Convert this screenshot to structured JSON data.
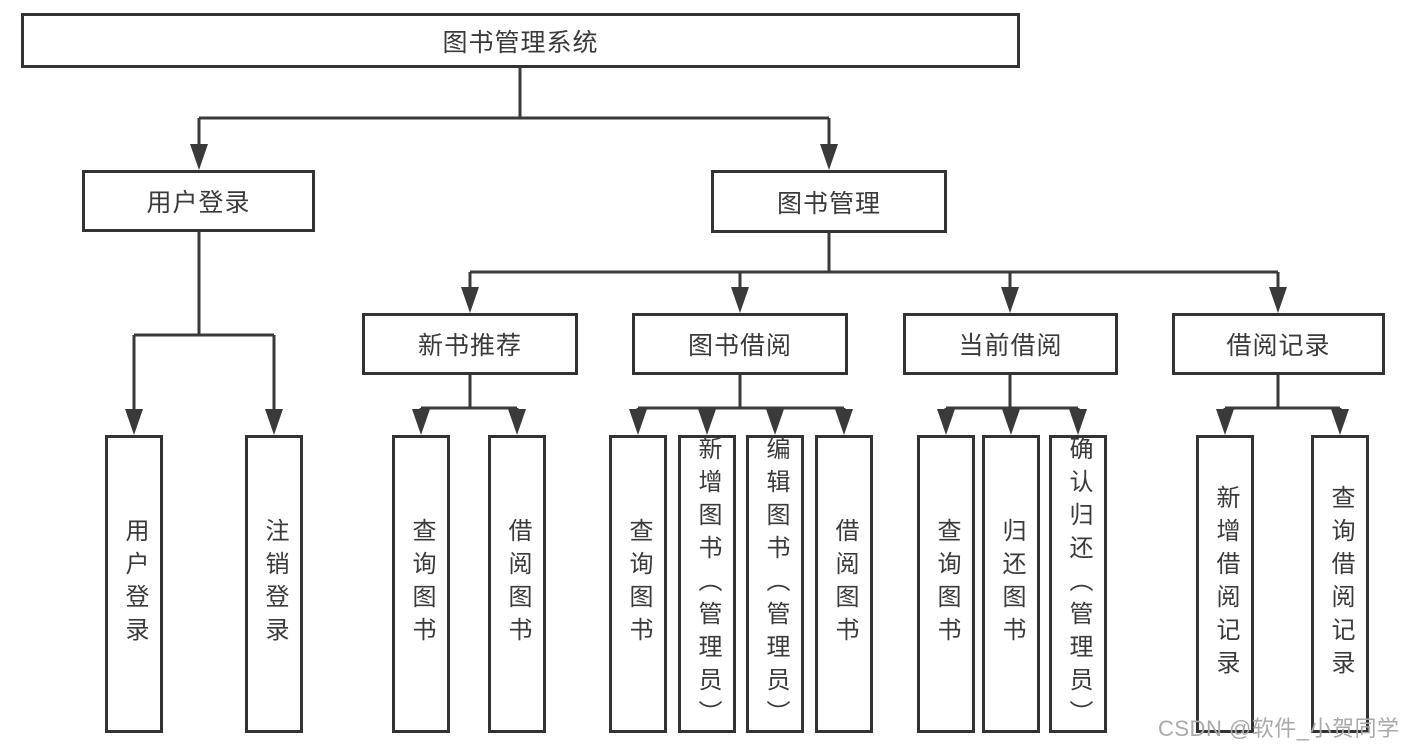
{
  "diagram": {
    "title": "图书管理系统",
    "type": "function-tree",
    "line_color": "#3a3a3a",
    "box_background": "#ffffff",
    "nodes": {
      "root": {
        "label": "图书管理系统",
        "children": [
          "user_login",
          "book_mgmt"
        ]
      },
      "user_login": {
        "label": "用户登录",
        "children": [
          "user_login_leaf",
          "logout_leaf"
        ]
      },
      "book_mgmt": {
        "label": "图书管理",
        "children": [
          "new_book_rec",
          "book_borrow",
          "current_borrow",
          "borrow_record"
        ]
      },
      "new_book_rec": {
        "label": "新书推荐",
        "children": [
          "query_book_1",
          "borrow_book_1"
        ]
      },
      "book_borrow": {
        "label": "图书借阅",
        "children": [
          "query_book_2",
          "add_book",
          "edit_book",
          "borrow_book_2"
        ]
      },
      "current_borrow": {
        "label": "当前借阅",
        "children": [
          "query_book_3",
          "return_book",
          "confirm_return"
        ]
      },
      "borrow_record": {
        "label": "借阅记录",
        "children": [
          "add_record",
          "query_record"
        ]
      },
      "user_login_leaf": {
        "label": "用户登录"
      },
      "logout_leaf": {
        "label": "注销登录"
      },
      "query_book_1": {
        "label": "查询图书"
      },
      "borrow_book_1": {
        "label": "借阅图书"
      },
      "query_book_2": {
        "label": "查询图书"
      },
      "add_book": {
        "label": "新增图书（管理员）"
      },
      "edit_book": {
        "label": "编辑图书（管理员）"
      },
      "borrow_book_2": {
        "label": "借阅图书"
      },
      "query_book_3": {
        "label": "查询图书"
      },
      "return_book": {
        "label": "归还图书"
      },
      "confirm_return": {
        "label": "确认归还（管理员）"
      },
      "add_record": {
        "label": "新增借阅记录"
      },
      "query_record": {
        "label": "查询借阅记录"
      }
    }
  },
  "watermark": {
    "text": "CSDN @软件_小贺同学"
  }
}
